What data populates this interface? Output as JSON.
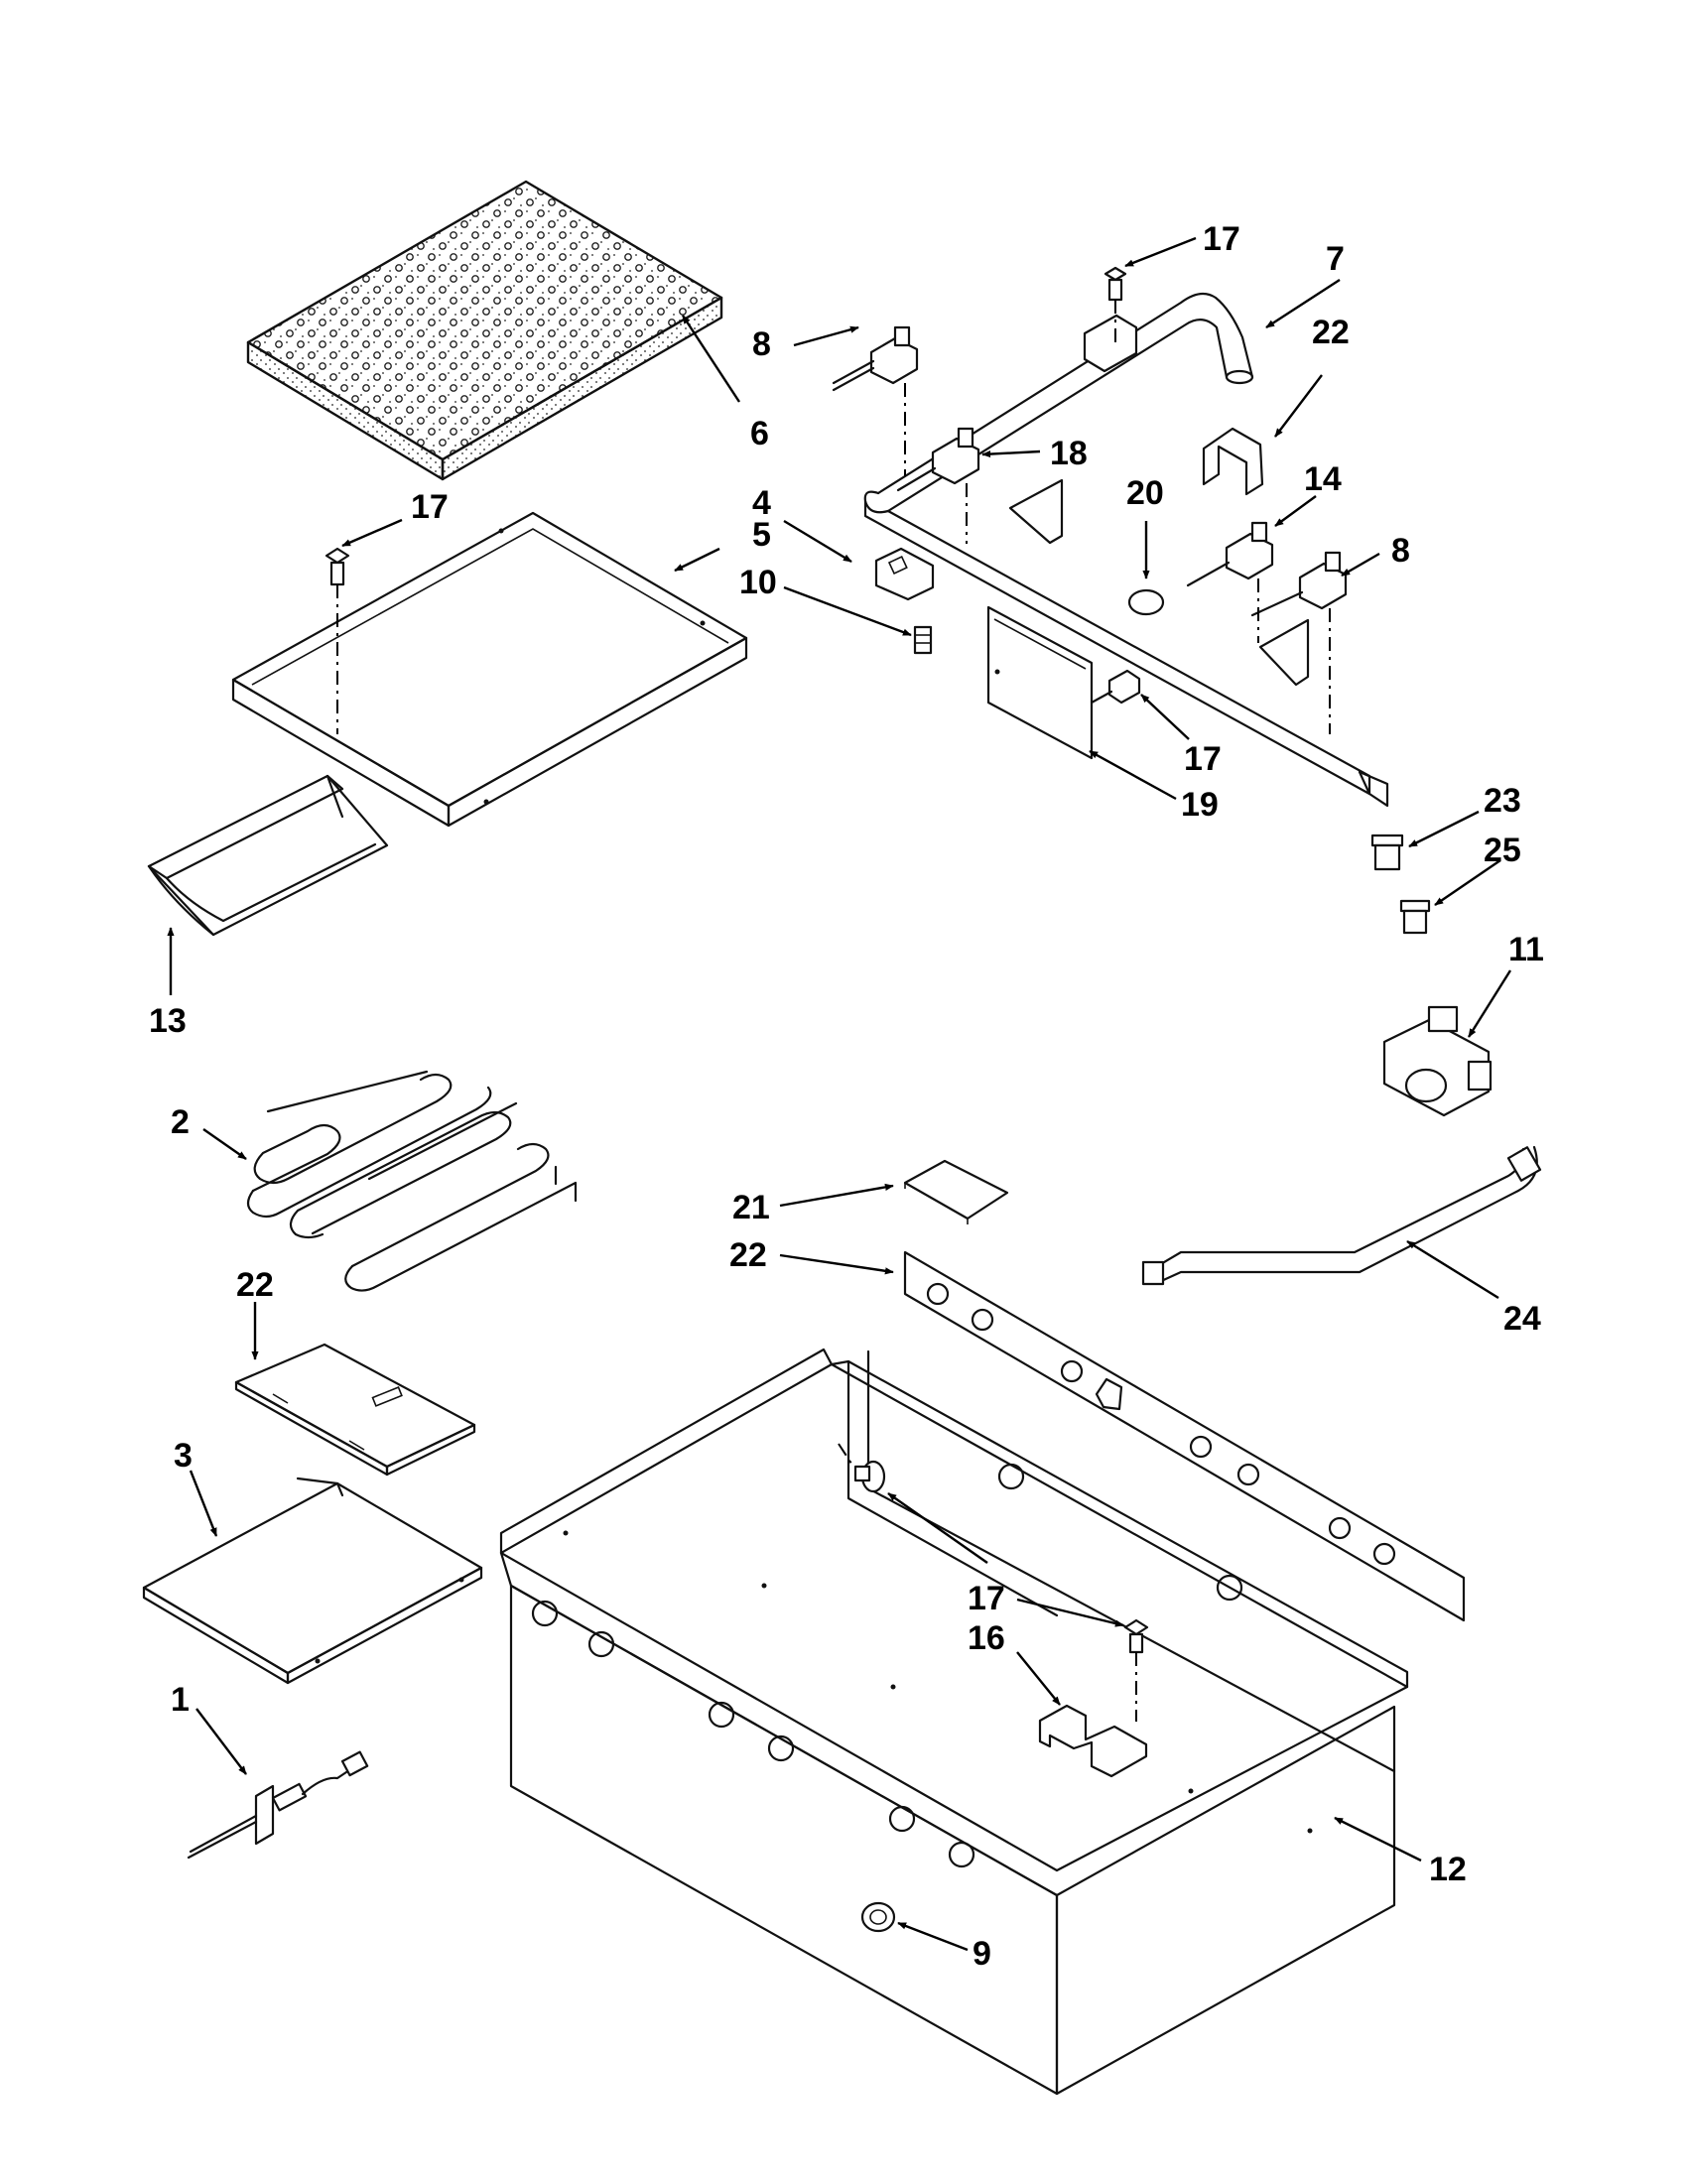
{
  "diagram": {
    "callouts": [
      {
        "id": "c17a",
        "label": "17"
      },
      {
        "id": "c7",
        "label": "7"
      },
      {
        "id": "c22a",
        "label": "22"
      },
      {
        "id": "c8a",
        "label": "8"
      },
      {
        "id": "c6",
        "label": "6"
      },
      {
        "id": "c18",
        "label": "18"
      },
      {
        "id": "c14",
        "label": "14"
      },
      {
        "id": "c20",
        "label": "20"
      },
      {
        "id": "c17b",
        "label": "17"
      },
      {
        "id": "c4",
        "label": "4"
      },
      {
        "id": "c5",
        "label": "5"
      },
      {
        "id": "c10",
        "label": "10"
      },
      {
        "id": "c8b",
        "label": "8"
      },
      {
        "id": "c17c",
        "label": "17"
      },
      {
        "id": "c19",
        "label": "19"
      },
      {
        "id": "c23",
        "label": "23"
      },
      {
        "id": "c25",
        "label": "25"
      },
      {
        "id": "c13",
        "label": "13"
      },
      {
        "id": "c11",
        "label": "11"
      },
      {
        "id": "c2",
        "label": "2"
      },
      {
        "id": "c21",
        "label": "21"
      },
      {
        "id": "c22b",
        "label": "22"
      },
      {
        "id": "c24",
        "label": "24"
      },
      {
        "id": "c22c",
        "label": "22"
      },
      {
        "id": "c3",
        "label": "3"
      },
      {
        "id": "c17d",
        "label": "17"
      },
      {
        "id": "c16",
        "label": "16"
      },
      {
        "id": "c17e",
        "label": "17"
      },
      {
        "id": "c1",
        "label": "1"
      },
      {
        "id": "c12",
        "label": "12"
      },
      {
        "id": "c9",
        "label": "9"
      }
    ]
  }
}
